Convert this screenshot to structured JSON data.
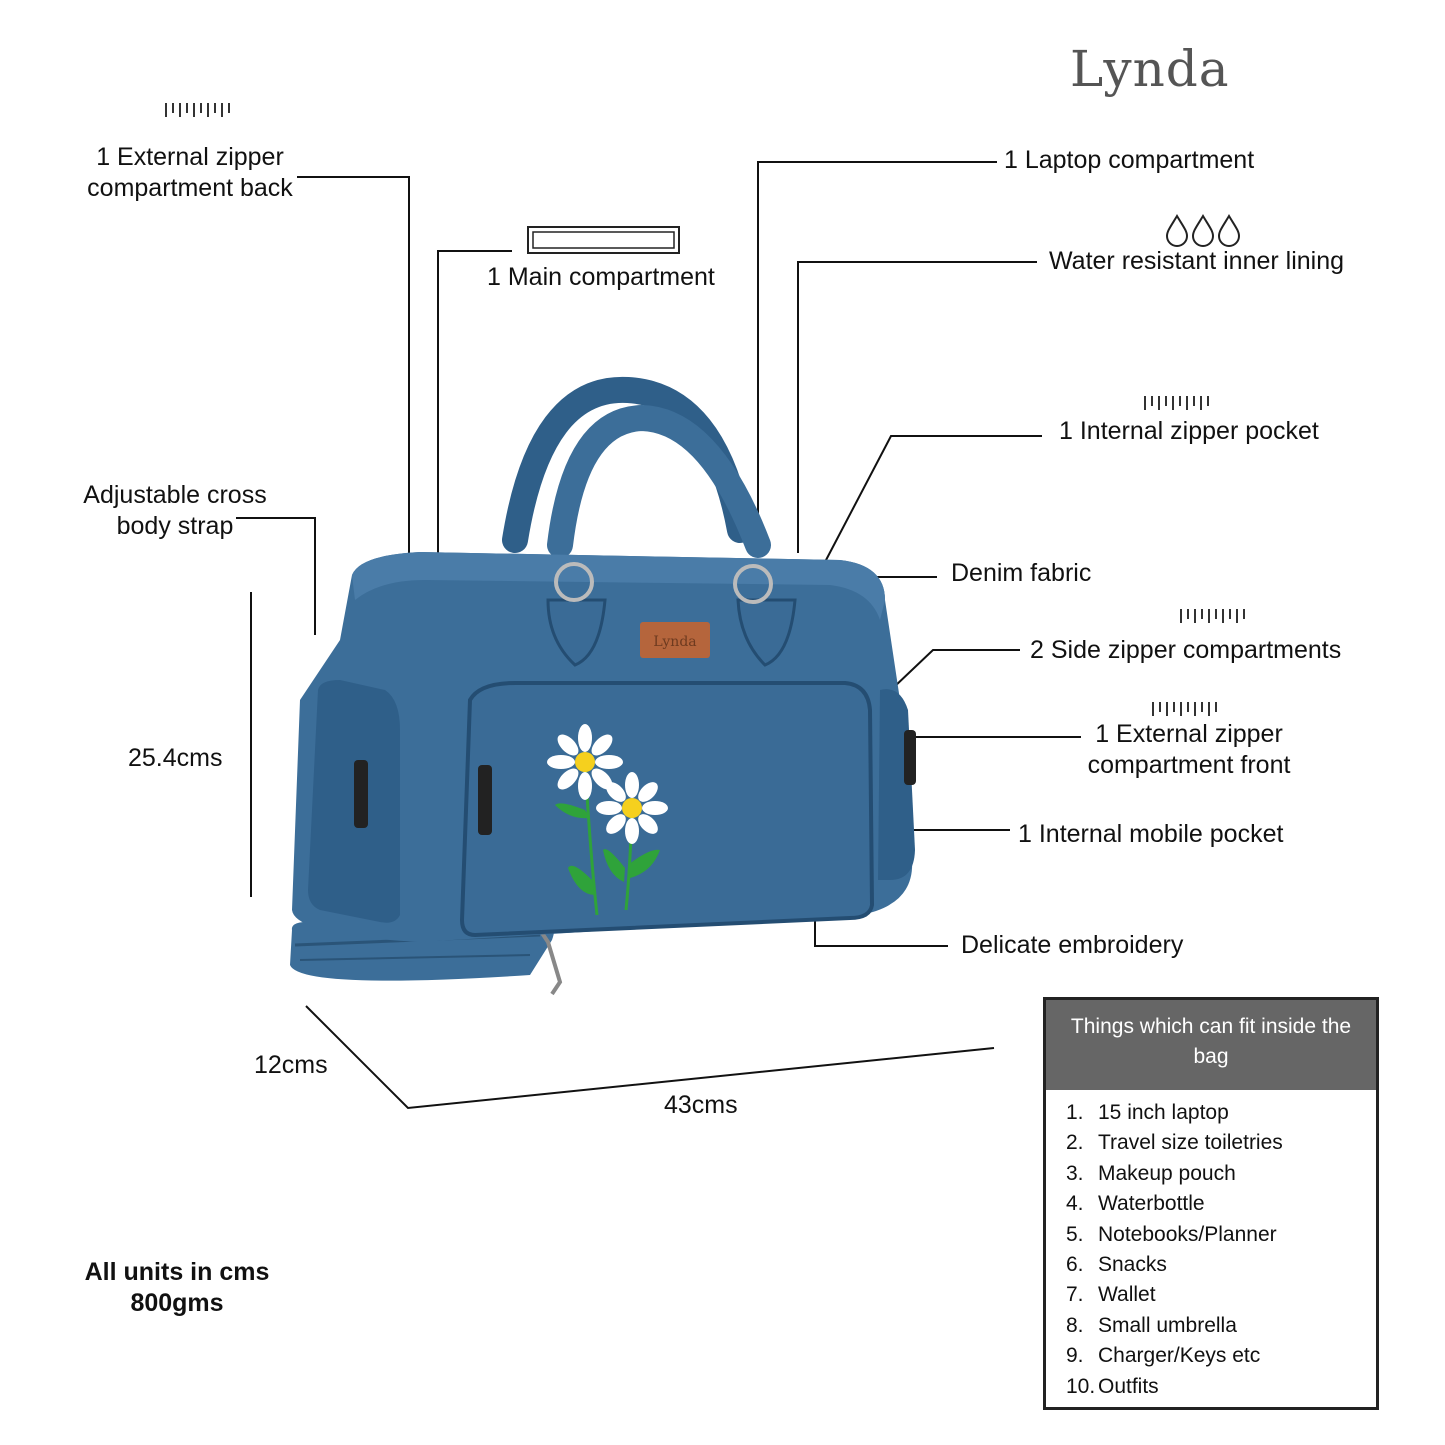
{
  "brand": "Lynda",
  "callouts": {
    "back_zipper": "1 External zipper\ncompartment back",
    "main_compartment": "1 Main compartment",
    "laptop": "1 Laptop compartment",
    "water_resistant": "Water resistant inner lining",
    "internal_zipper": "1 Internal zipper pocket",
    "strap": "Adjustable cross\nbody strap",
    "denim": "Denim fabric",
    "side_zippers": "2 Side zipper compartments",
    "front_zipper": "1 External zipper\ncompartment front",
    "mobile_pocket": "1 Internal mobile pocket",
    "embroidery": "Delicate embroidery"
  },
  "dimensions": {
    "height": "25.4cms",
    "depth": "12cms",
    "width": "43cms"
  },
  "note": {
    "units": "All units in cms",
    "weight": "800gms"
  },
  "fit_box": {
    "title": "Things which can fit inside the bag",
    "items": [
      {
        "n": "1.",
        "text": "15 inch laptop"
      },
      {
        "n": "2.",
        "text": "Travel size toiletries"
      },
      {
        "n": "3.",
        "text": "Makeup pouch"
      },
      {
        "n": "4.",
        "text": "Waterbottle"
      },
      {
        "n": "5.",
        "text": "Notebooks/Planner"
      },
      {
        "n": "6.",
        "text": "Snacks"
      },
      {
        "n": "7.",
        "text": "Wallet"
      },
      {
        "n": "8.",
        "text": "Small umbrella"
      },
      {
        "n": "9.",
        "text": "Charger/Keys etc"
      },
      {
        "n": "10.",
        "text": "Outfits"
      }
    ]
  },
  "product_badge": "Lynda",
  "colors": {
    "denim": "#3c6e99",
    "denim_dark": "#2a5478",
    "box_header": "#666666",
    "patch": "#b5653c"
  }
}
